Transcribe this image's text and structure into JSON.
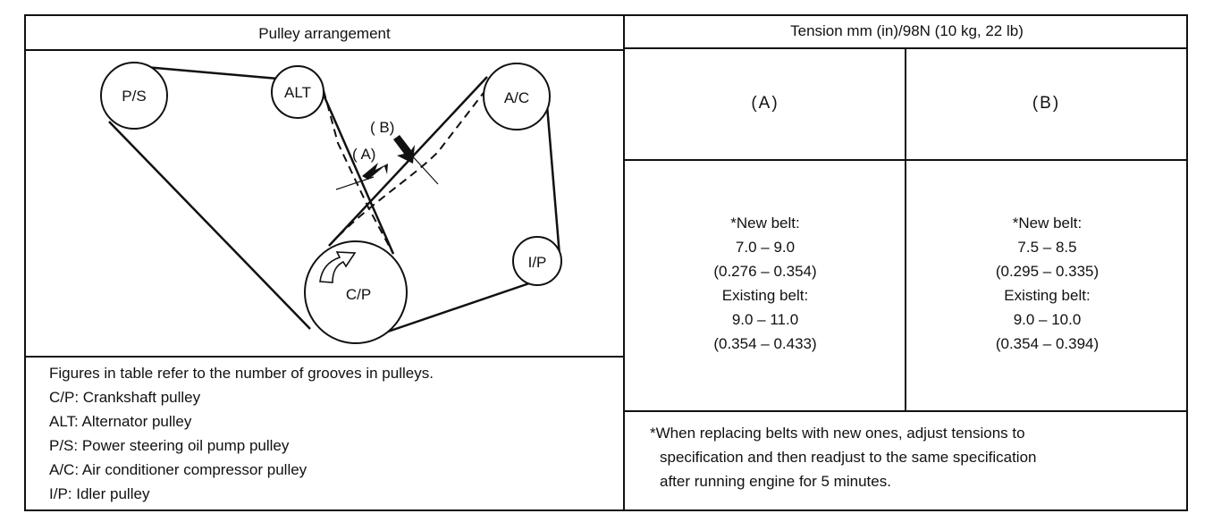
{
  "left_header": "Pulley arrangement",
  "right_header": "Tension mm (in)/98N (10 kg, 22 lb)",
  "diagram": {
    "pulleys": [
      "P/S",
      "ALT",
      "A/C",
      "C/P",
      "I/P"
    ],
    "markers": [
      "( B)",
      "( A)"
    ]
  },
  "columns": [
    "(A)",
    "(B)"
  ],
  "spec_a": {
    "new_label": "*New belt:",
    "new_mm": "7.0 – 9.0",
    "new_in": "(0.276 – 0.354)",
    "existing_label": "Existing belt:",
    "existing_mm": "9.0 – 11.0",
    "existing_in": "(0.354 – 0.433)"
  },
  "spec_b": {
    "new_label": "*New belt:",
    "new_mm": "7.5 – 8.5",
    "new_in": "(0.295 – 0.335)",
    "existing_label": "Existing belt:",
    "existing_mm": "9.0 – 10.0",
    "existing_in": "(0.354 – 0.394)"
  },
  "legend": [
    "Figures in table refer to the number of grooves in pulleys.",
    "C/P: Crankshaft pulley",
    "ALT: Alternator pulley",
    "P/S: Power steering oil pump pulley",
    "A/C: Air conditioner compressor pulley",
    "I/P: Idler pulley"
  ],
  "note": [
    "*When replacing belts with new ones, adjust tensions to",
    "specification and then readjust to the same specification",
    "after running engine for 5 minutes."
  ]
}
